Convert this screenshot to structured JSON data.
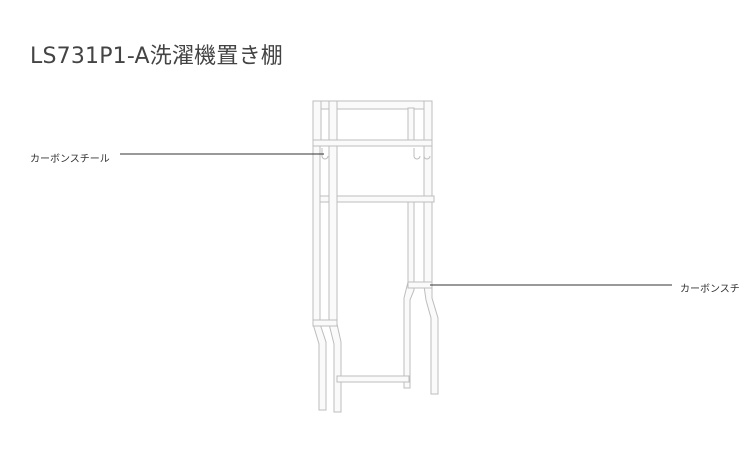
{
  "title": "LS731P1-A洗濯機置き棚",
  "callouts": {
    "left": {
      "label": "カーボンスチール"
    },
    "right": {
      "label": "カーボンスチ"
    }
  },
  "colors": {
    "text": "#444444",
    "leader_line": "#333333",
    "frame_stroke": "#bdbdbd",
    "frame_fill": "#fafafa"
  }
}
